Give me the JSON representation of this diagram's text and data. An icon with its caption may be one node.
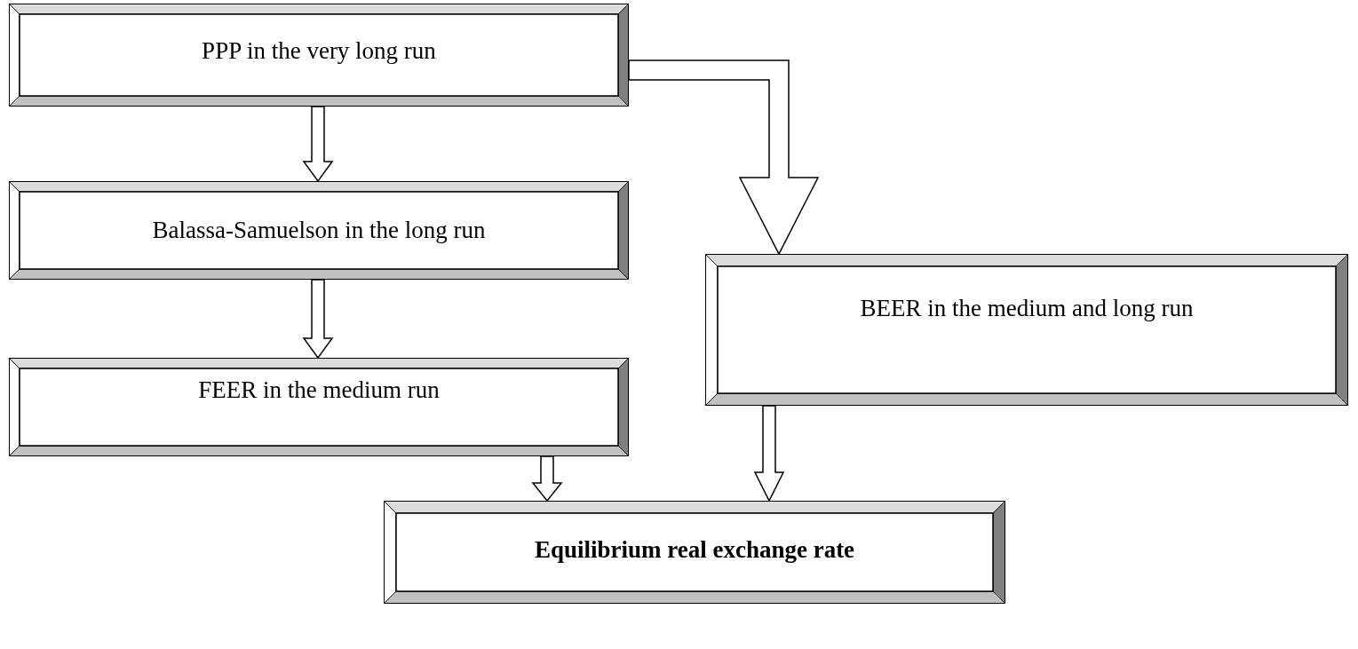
{
  "diagram": {
    "nodes": [
      {
        "text": [
          "PPP in the very long run"
        ]
      },
      {
        "text": [
          "Balassa-Samuelson in the long run"
        ]
      },
      {
        "text": [
          "FEER in the medium run"
        ]
      },
      {
        "text": [
          "BEER in the medium and long run"
        ]
      },
      {
        "text": [
          "Equilibrium real exchange rate"
        ]
      }
    ],
    "edges": [
      {
        "from": 0,
        "to": 1,
        "arrow": "to"
      },
      {
        "from": 1,
        "to": 2,
        "arrow": "to"
      },
      {
        "from": 2,
        "to": 4,
        "arrow": "to"
      },
      {
        "from": 0,
        "to": 3,
        "arrow": "to"
      },
      {
        "from": 3,
        "to": 4,
        "arrow": "to"
      }
    ]
  }
}
